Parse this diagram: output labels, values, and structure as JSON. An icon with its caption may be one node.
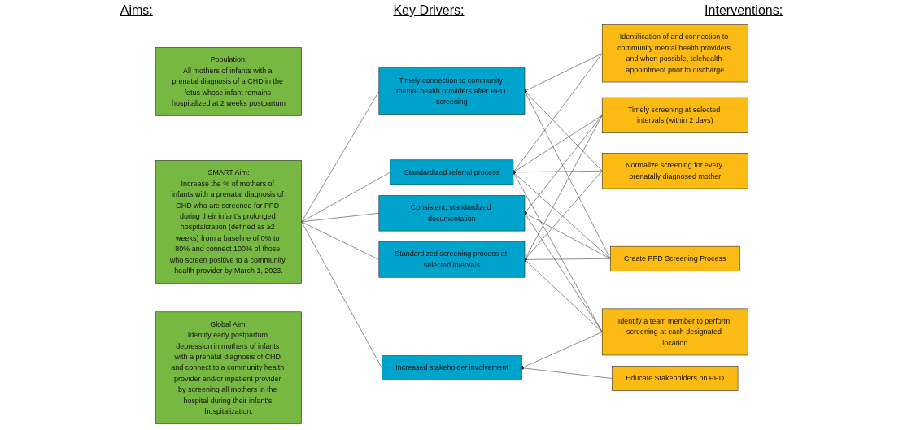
{
  "diagram": {
    "nodes": [
      {
        "text": [
          "Global Aim:",
          "Identify early postpartum depression in mothers of infants with a prenatal diagnosis of CHD and connect to a community health provider and/or inpatient provider by screening all mothers in the hospital during their infant's hospitalization."
        ]
      },
      {
        "text": [
          "SMART Aim:",
          "Increase the % of mothers of infants with a prenatal diagnosis of CHD who are screened for PPD during their infant's prolonged hospitalization (defined as ≥2 weeks) from a baseline of 0% to 80% and connect 100% of those who screen positive to a community health provider by March 1, 2023."
        ]
      },
      {
        "text": [
          "Population:",
          "All mothers of infants with a prenatal diagnosis of a CHD in the fetus whose infant remains hospitalized at 2 weeks postpartum"
        ]
      },
      {
        "text": [
          "Increased stakeholder involvement"
        ]
      },
      {
        "text": [
          "Standardized screening process at selected intervals"
        ]
      },
      {
        "text": [
          "Standardized referral process"
        ]
      },
      {
        "text": [
          "Consistent, standardized documentation"
        ]
      },
      {
        "text": [
          "Timely connection to community mental health providers after PPD screening"
        ]
      },
      {
        "text": [
          "Educate Stakeholders on PPD"
        ]
      },
      {
        "text": [
          "Create PPD Screening Process"
        ]
      },
      {
        "text": [
          "Identify a team member to perform screening at each designated location"
        ]
      },
      {
        "text": [
          "Timely screening at selected intervals (within 2 days)"
        ]
      },
      {
        "text": [
          "Normalize screening for every prenatally diagnosed mother"
        ]
      },
      {
        "text": [
          "Identification of and connection to community mental health providers and when possible, telehealth appointment prior to discharge"
        ]
      }
    ],
    "edges": [
      {
        "from": 1,
        "to": 3,
        "arrow": "none"
      },
      {
        "from": 1,
        "to": 4,
        "arrow": "none"
      },
      {
        "from": 1,
        "to": 5,
        "arrow": "none"
      },
      {
        "from": 1,
        "to": 6,
        "arrow": "none"
      },
      {
        "from": 1,
        "to": 7,
        "arrow": "none"
      },
      {
        "from": 8,
        "to": 3,
        "arrow": "to"
      },
      {
        "from": 10,
        "to": 3,
        "arrow": "to"
      },
      {
        "from": 9,
        "to": 4,
        "arrow": "to"
      },
      {
        "from": 10,
        "to": 4,
        "arrow": "to"
      },
      {
        "from": 11,
        "to": 4,
        "arrow": "to"
      },
      {
        "from": 12,
        "to": 4,
        "arrow": "to"
      },
      {
        "from": 9,
        "to": 5,
        "arrow": "to"
      },
      {
        "from": 10,
        "to": 5,
        "arrow": "to"
      },
      {
        "from": 11,
        "to": 5,
        "arrow": "to"
      },
      {
        "from": 12,
        "to": 5,
        "arrow": "to"
      },
      {
        "from": 13,
        "to": 5,
        "arrow": "to"
      },
      {
        "from": 9,
        "to": 6,
        "arrow": "to"
      },
      {
        "from": 10,
        "to": 6,
        "arrow": "to"
      },
      {
        "from": 11,
        "to": 6,
        "arrow": "to"
      },
      {
        "from": 9,
        "to": 7,
        "arrow": "to"
      },
      {
        "from": 12,
        "to": 7,
        "arrow": "to"
      },
      {
        "from": 13,
        "to": 7,
        "arrow": "to"
      }
    ],
    "labels": [
      "Aims:",
      "Key Drivers:",
      "Interventions:"
    ]
  }
}
